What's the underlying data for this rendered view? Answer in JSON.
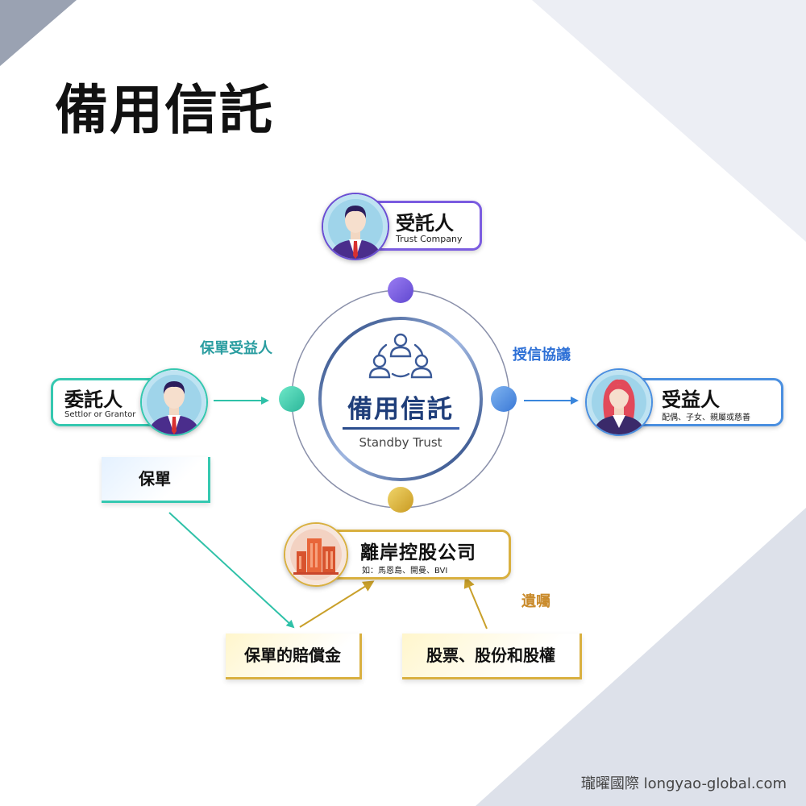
{
  "title": "備用信託",
  "center": {
    "title": "備用信託",
    "subtitle": "Standby Trust"
  },
  "trustee": {
    "title": "受託人",
    "subtitle": "Trust Company"
  },
  "settlor": {
    "title": "委託人",
    "subtitle": "Settlor or Grantor"
  },
  "beneficiary": {
    "title": "受益人",
    "subtitle": "配偶、子女、親屬或慈善"
  },
  "holding": {
    "title": "離岸控股公司",
    "subtitle": "如：馬恩島、開曼、BVI"
  },
  "labels": {
    "policy_beneficiary": "保單受益人",
    "credit_agreement": "授信協議",
    "will": "遺囑"
  },
  "boxes": {
    "policy": "保單",
    "payout": "保單的賠償金",
    "shares": "股票、股份和股權"
  },
  "footer": "瓏曜國際 longyao-global.com",
  "icons": {
    "center": "group-people-icon",
    "holding": "buildings-icon"
  },
  "colors": {
    "purple": "#7b5ce0",
    "teal": "#35c8b0",
    "blue": "#4a8fe0",
    "gold": "#d9b040",
    "title_navy": "#1f3e7a",
    "label_teal": "#2a9da0",
    "label_blue": "#2c6fd6",
    "label_orange": "#c98a2a"
  }
}
